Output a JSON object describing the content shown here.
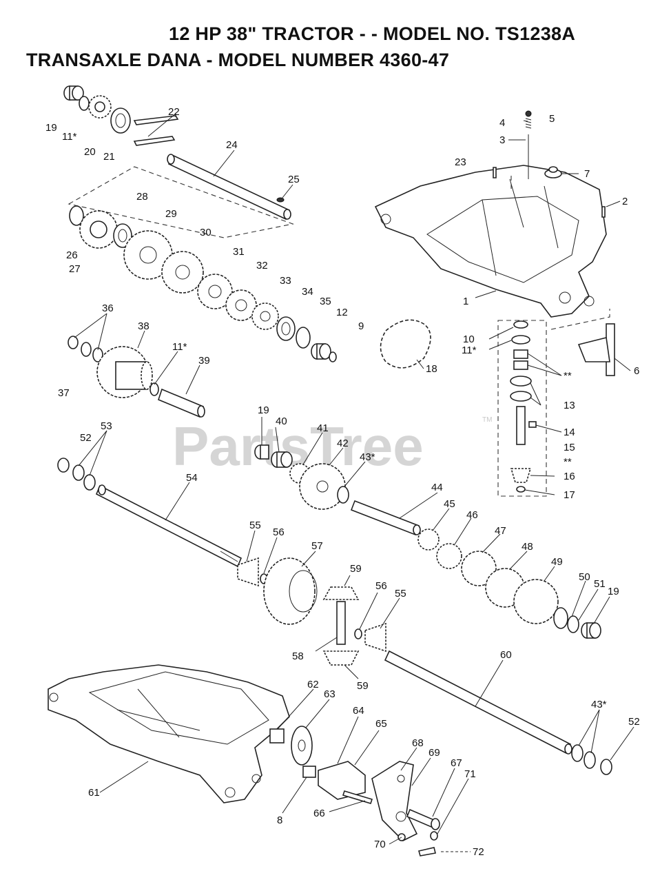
{
  "header": {
    "title_line1": "12 HP 38\" TRACTOR - - MODEL NO. TS1238A",
    "title_line2": "TRANSAXLE DANA - MODEL NUMBER 4360-47"
  },
  "watermark": {
    "text": "PartsTree",
    "trademark": "TM"
  },
  "callouts": [
    "19",
    "11*",
    "20",
    "21",
    "22",
    "24",
    "25",
    "28",
    "26",
    "27",
    "29",
    "30",
    "31",
    "32",
    "33",
    "34",
    "35",
    "12",
    "9",
    "5",
    "4",
    "3",
    "23",
    "7",
    "2",
    "1",
    "10",
    "11*",
    "**",
    "6",
    "13",
    "14",
    "15",
    "**",
    "16",
    "17",
    "18",
    "36",
    "38",
    "37",
    "11*",
    "39",
    "19",
    "40",
    "41",
    "42",
    "43*",
    "52",
    "53",
    "54",
    "44",
    "45",
    "46",
    "47",
    "48",
    "49",
    "55",
    "56",
    "57",
    "59",
    "56",
    "55",
    "50",
    "51",
    "19",
    "58",
    "59",
    "60",
    "62",
    "63",
    "64",
    "65",
    "43*",
    "52",
    "68",
    "69",
    "67",
    "71",
    "61",
    "8",
    "66",
    "70",
    "72"
  ]
}
